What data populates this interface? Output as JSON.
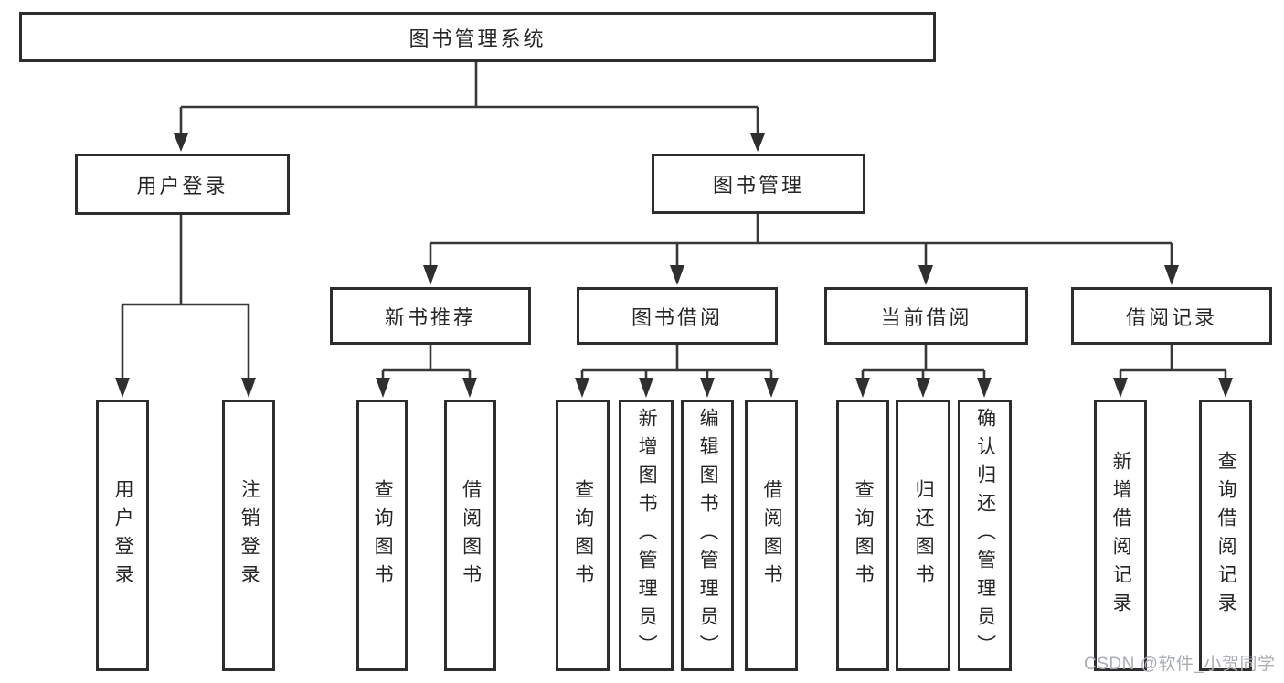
{
  "diagram": {
    "type": "hierarchy-tree",
    "title": "图书管理系统"
  },
  "nodes": {
    "root": {
      "label": "图书管理系统"
    },
    "level2": [
      {
        "label": "用户登录"
      },
      {
        "label": "图书管理"
      }
    ],
    "level3": [
      {
        "label": "新书推荐"
      },
      {
        "label": "图书借阅"
      },
      {
        "label": "当前借阅"
      },
      {
        "label": "借阅记录"
      }
    ],
    "leaves": {
      "user_login": [
        "用户登录",
        "注销登录"
      ],
      "new_book": [
        "查询图书",
        "借阅图书"
      ],
      "book_borrow": [
        "查询图书",
        "新增图书（管理员）",
        "编辑图书（管理员）",
        "借阅图书"
      ],
      "current_borrow": [
        "查询图书",
        "归还图书",
        "确认归还（管理员）"
      ],
      "borrow_records": [
        "新增借阅记录",
        "查询借阅记录"
      ]
    }
  },
  "watermark": {
    "text": "CSDN @软件_小贺同学",
    "color": "#a9adb2"
  },
  "colors": {
    "background": "#ffffff",
    "box_border": "#2d2d2d",
    "connector_line": "#383838",
    "arrowhead": "#2f2f2f",
    "text": "#262626"
  }
}
